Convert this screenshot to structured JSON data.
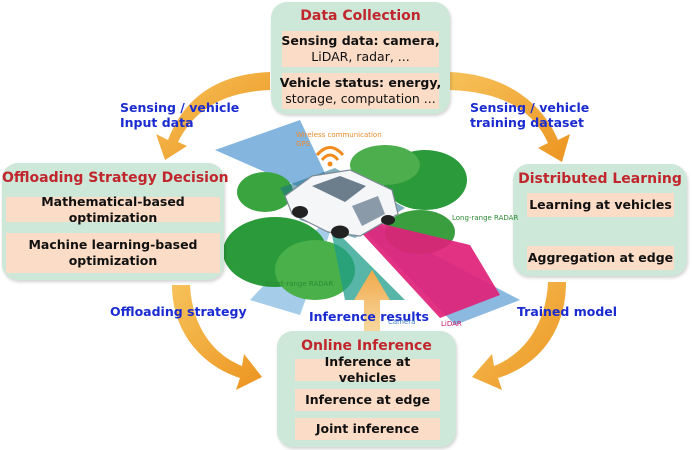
{
  "data_collection": {
    "title": "Data Collection",
    "sensing_key": "Sensing data",
    "sensing_rest_1": ": camera,",
    "sensing_rest_2": "LiDAR, radar, ...",
    "status_key": "Vehicle status",
    "status_rest_1": ": energy,",
    "status_rest_2": "storage, computation ..."
  },
  "offloading": {
    "title": "Offloading Strategy Decision",
    "items": [
      "Mathematical-based optimization",
      "Machine learning-based",
      "optimization"
    ]
  },
  "distributed": {
    "title": "Distributed Learning",
    "items": [
      "Learning at vehicles",
      "Aggregation at edge"
    ]
  },
  "online_inference": {
    "title": "Online Inference",
    "items": [
      "Inference at vehicles",
      "Inference at edge",
      "Joint inference"
    ]
  },
  "flows": {
    "input_1": "Sensing / vehicle",
    "input_2": "Input data",
    "training_1": "Sensing / vehicle",
    "training_2": "training dataset",
    "offloading": "Offloading strategy",
    "trained": "Trained model",
    "results": "Inference results"
  },
  "sensor_labels": {
    "wireless": "Wireless communication",
    "gps": "GPS",
    "long_range": "Long-range RADAR",
    "short_range": "Short-range RADAR",
    "camera": "Camera",
    "lidar": "LiDAR"
  },
  "colors": {
    "panel": "#cde8d8",
    "item": "#fbdcc7",
    "title_red": "#c0262c",
    "flow_blue": "#1a2bd1",
    "arrow_orange": "#f0a22a",
    "radar_green": "#2a9a3a",
    "lidar_magenta": "#e0217a",
    "sky_blue": "#6fa8d8"
  }
}
